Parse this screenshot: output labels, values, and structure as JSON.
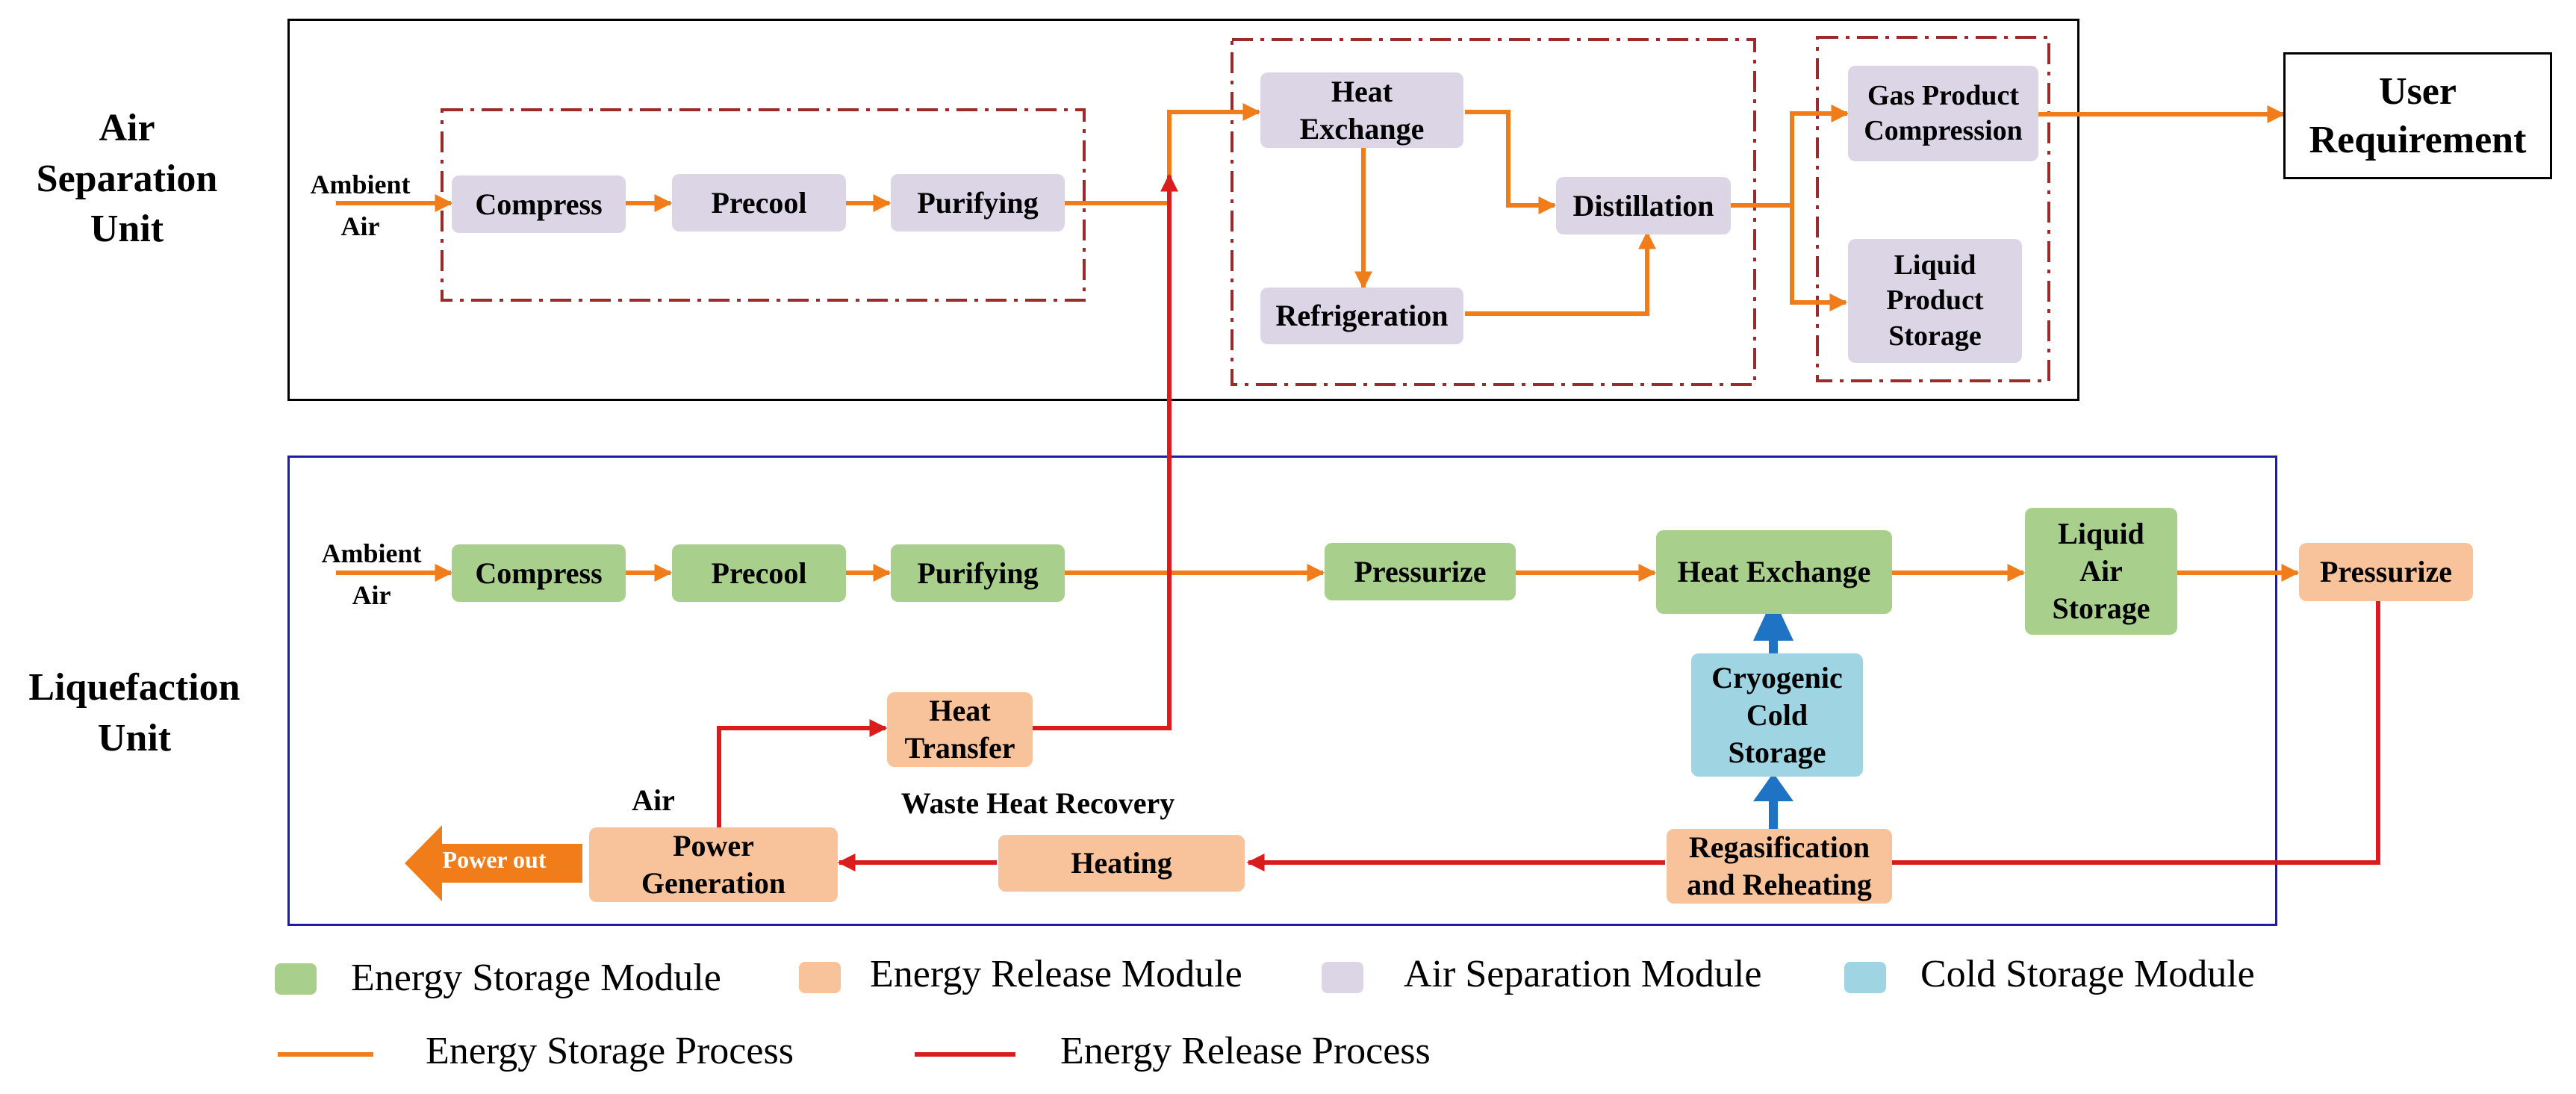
{
  "units": {
    "air_separation": "Air\nSeparation\nUnit",
    "liquefaction": "Liquefaction\nUnit"
  },
  "asu": {
    "ambient_air": "Ambient\nAir",
    "compress": "Compress",
    "precool": "Precool",
    "purifying": "Purifying",
    "heat_exchange": "Heat\nExchange",
    "refrigeration": "Refrigeration",
    "distillation": "Distillation",
    "gas_product_compression": "Gas Product\nCompression",
    "liquid_product_storage": "Liquid\nProduct\nStorage",
    "user_requirement": "User\nRequirement"
  },
  "lu": {
    "ambient_air": "Ambient\nAir",
    "compress": "Compress",
    "precool": "Precool",
    "purifying": "Purifying",
    "pressurize_1": "Pressurize",
    "heat_exchange": "Heat Exchange",
    "liquid_air_storage": "Liquid\nAir\nStorage",
    "pressurize_2": "Pressurize",
    "cryogenic_cold_storage": "Cryogenic\nCold\nStorage",
    "regasification": "Regasification\nand Reheating",
    "heating": "Heating",
    "power_generation": "Power\nGeneration",
    "heat_transfer": "Heat\nTransfer",
    "air_label": "Air",
    "waste_heat_recovery": "Waste Heat Recovery",
    "power_out": "Power out"
  },
  "legend": {
    "energy_storage_module": "Energy Storage Module",
    "energy_release_module": "Energy Release Module",
    "air_separation_module": "Air Separation Module",
    "cold_storage_module": "Cold Storage Module",
    "energy_storage_process": "Energy Storage Process",
    "energy_release_process": "Energy Release Process"
  },
  "colors": {
    "storage_module": "#a9cf8c",
    "release_module": "#f8c39a",
    "separation_module": "#dcd5e6",
    "cold_module": "#9fd5e3",
    "storage_process": "#f07d1a",
    "release_process": "#d91c1c",
    "cold_flow": "#1f73c4"
  }
}
